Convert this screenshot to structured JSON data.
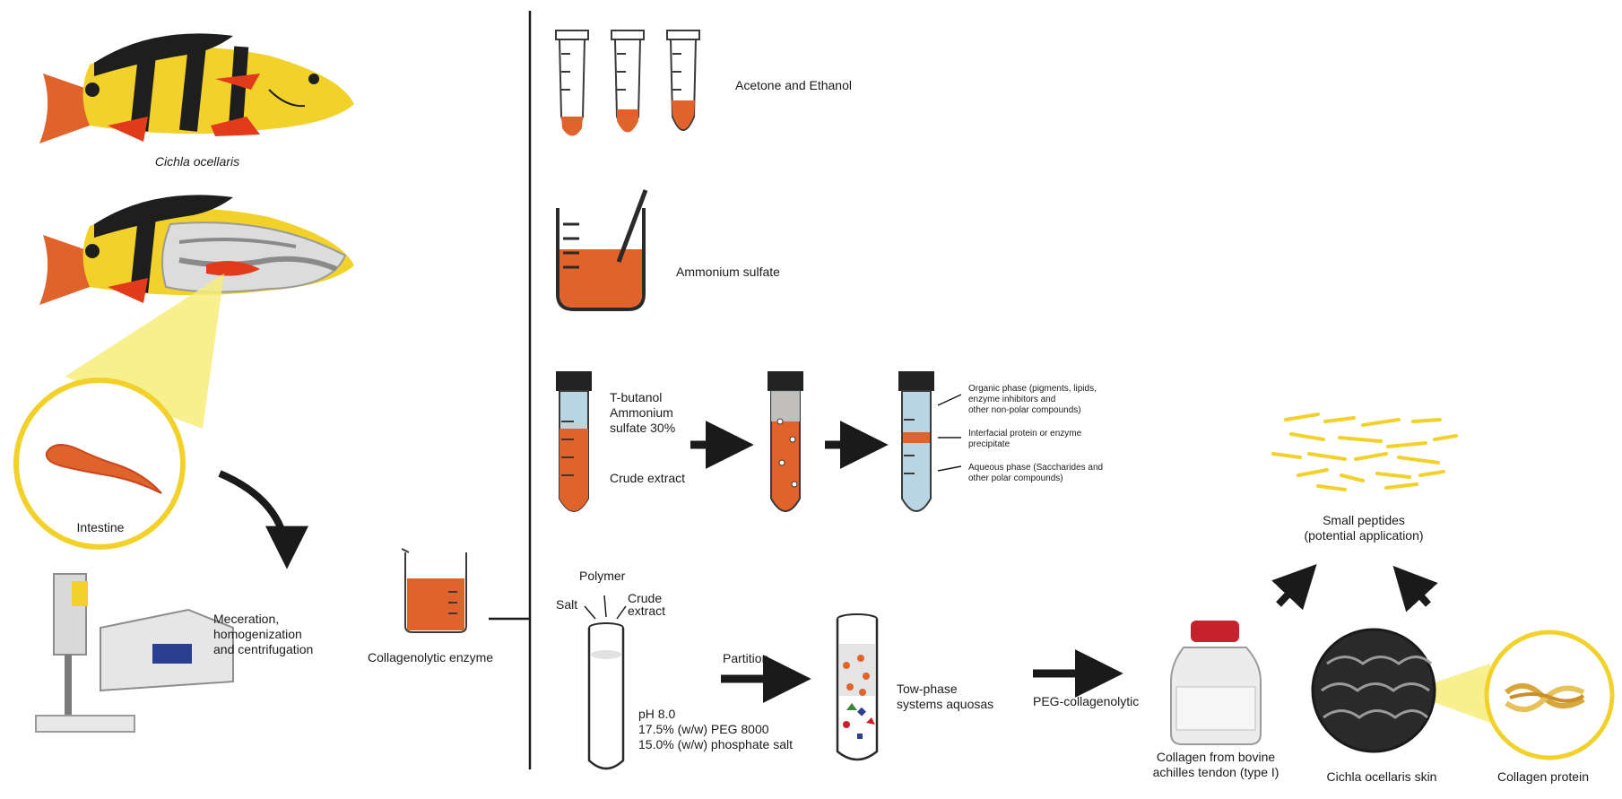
{
  "labels": {
    "fish_species": "Cichla ocellaris",
    "intestine": "Intestine",
    "maceration": "Meceration,\nhomogenization\nand centrifugation",
    "collagenolytic_enzyme": "Collagenolytic enzyme",
    "acetone_ethanol": "Acetone and Ethanol",
    "ammonium_sulfate": "Ammonium sulfate",
    "tpp_reagents": "T-butanol\nAmmonium\nsulfate 30%",
    "crude_extract": "Crude extract",
    "organic_phase": "Organic phase (pigments, lipids,\nenzyme inhibitors and\nother non-polar compounds)",
    "interfacial_precipitate": "Interfacial protein or enzyme\nprecipitate",
    "aqueous_phase": "Aqueous phase (Saccharides and\nother polar compounds)",
    "polymer": "Polymer",
    "salt": "Salt",
    "crude_extract_2": "Crude\nextract",
    "atps_conditions": "pH 8.0\n17.5% (w/w) PEG 8000\n15.0% (w/w) phosphate salt",
    "partition": "Partition",
    "two_phase": "Tow-phase\nsystems aquosas",
    "peg_collagenolytic": "PEG-collagenolytic",
    "collagen_bovine": "Collagen from bovine\nachilles tendon (type I)",
    "fish_skin": "Cichla ocellaris skin",
    "collagen_protein": "Collagen protein",
    "small_peptides": "Small peptides\n(potential application)"
  },
  "colors": {
    "orange": "#e0632b",
    "fish_yellow": "#f2d22a",
    "fish_black": "#1e1e1e",
    "fin_red": "#e23b1c",
    "highlight_yellow": "#f7ec7a",
    "tube_blue": "#b9d4e2",
    "cap_black": "#232323",
    "arrow_black": "#1a1a1a",
    "bottle_cap": "#c8202c"
  },
  "icons": [
    "fish-icon",
    "dissected-fish-icon",
    "intestine-icon",
    "homogenizer-icon",
    "centrifuge-icon",
    "beaker-icon",
    "eppendorf-tube-icon",
    "falcon-tube-icon",
    "test-tube-icon",
    "bottle-icon",
    "fish-skin-icon",
    "collagen-helix-icon",
    "peptide-fragments-icon"
  ]
}
